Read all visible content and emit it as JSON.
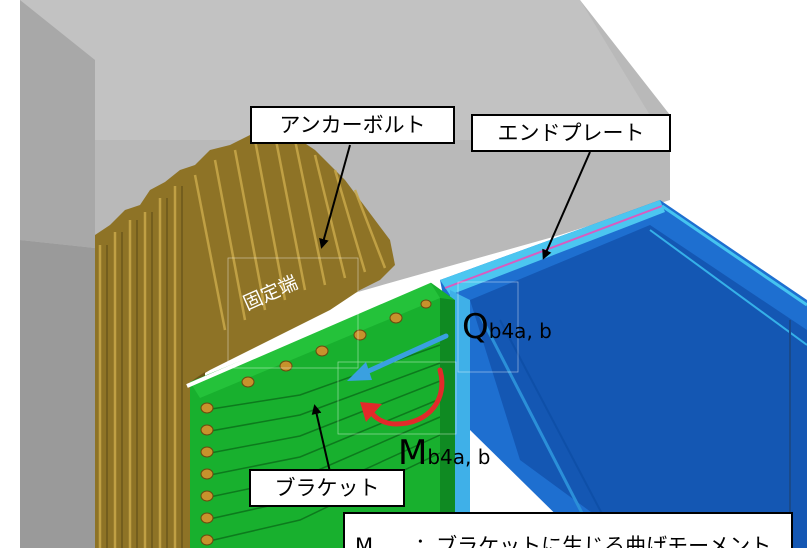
{
  "labels": {
    "anchor_bolt": "アンカーボルト",
    "end_plate": "エンドプレート",
    "bracket": "ブラケット",
    "fixed_end": "固定端"
  },
  "symbols": {
    "shear_main": "Q",
    "shear_sub": "b4a, b",
    "moment_main": "M",
    "moment_sub": "b4a, b"
  },
  "legend": {
    "text": "M　　：ブラケットに生じる曲げモーメント"
  },
  "colors": {
    "concrete": "#b9b9b9",
    "anchor_bolt": "#9c8030",
    "bracket": "#17b52f",
    "beam": "#1464c4",
    "shear_arrow": "#3aa0e0",
    "moment_arrow": "#e22a2a"
  }
}
